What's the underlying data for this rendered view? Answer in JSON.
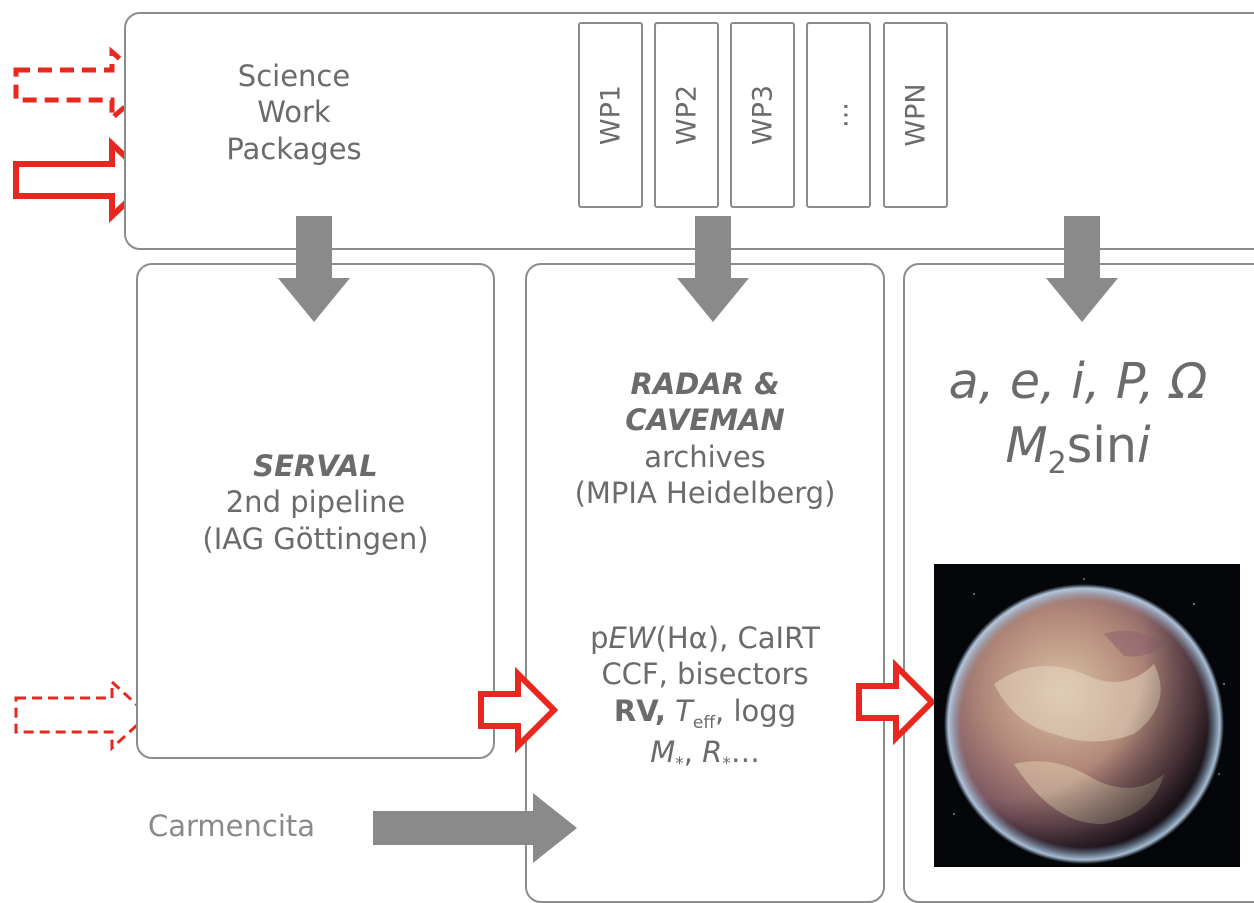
{
  "colors": {
    "border": "#8c8c8c",
    "text": "#6b6b6b",
    "gray_arrow": "#8a8a8a",
    "red_arrow": "#e8281e"
  },
  "top": {
    "title_lines": [
      "Science",
      "Work",
      "Packages"
    ],
    "work_packages": [
      "WP1",
      "WP2",
      "WP3",
      "...",
      "WPN"
    ]
  },
  "serval": {
    "name": "SERVAL",
    "line2": "2nd pipeline",
    "line3": "(IAG Göttingen)"
  },
  "radar": {
    "name_line1": "RADAR &",
    "name_line2": "CAVEMAN",
    "line3": "archives",
    "line4": "(MPIA Heidelberg)",
    "products": {
      "pew_p": "p",
      "pew_italic": "EW",
      "pew_rest": "(Hα), CaIRT",
      "ccf": "CCF, bisectors",
      "rv": "RV,",
      "teff_T": "T",
      "teff_sub": "eff",
      "logg": ", logg",
      "mstar": "M",
      "mstar_sub": "*",
      "comma": ", ",
      "rstar": "R",
      "rstar_sub": "*",
      "ellipsis": "…"
    }
  },
  "orbit": {
    "params": "a, e, i, P, Ω",
    "m2_M": "M",
    "m2_sub": "2",
    "m2_sin": "sin",
    "m2_i": "i"
  },
  "carmencita": {
    "label": "Carmencita"
  },
  "planet": {
    "icon": "planet-image"
  }
}
